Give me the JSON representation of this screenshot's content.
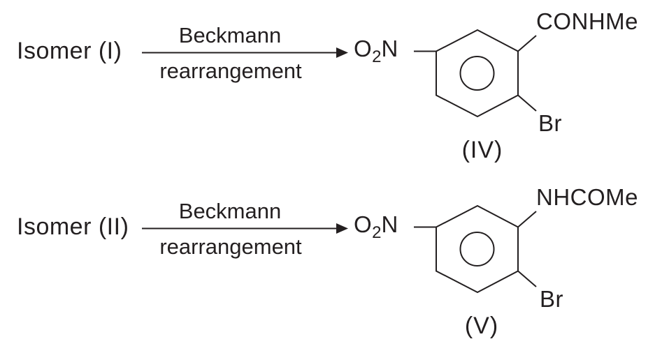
{
  "figure": {
    "type": "chemical-reaction-scheme",
    "background": "#ffffff",
    "ink": "#231f20",
    "reactions": [
      {
        "reactant_label": "Isomer (I)",
        "conditions_top": "Beckmann",
        "conditions_bottom": "rearrangement",
        "product": {
          "nitro_main": "O",
          "nitro_sub": "2",
          "nitro_tail": "N",
          "group_top_right": "CONHMe",
          "group_bottom_right": "Br",
          "label": "(IV)"
        }
      },
      {
        "reactant_label": "Isomer (II)",
        "conditions_top": "Beckmann",
        "conditions_bottom": "rearrangement",
        "product": {
          "nitro_main": "O",
          "nitro_sub": "2",
          "nitro_tail": "N",
          "group_top_right": "NHCOMe",
          "group_bottom_right": "Br",
          "label": "(V)"
        }
      }
    ]
  }
}
